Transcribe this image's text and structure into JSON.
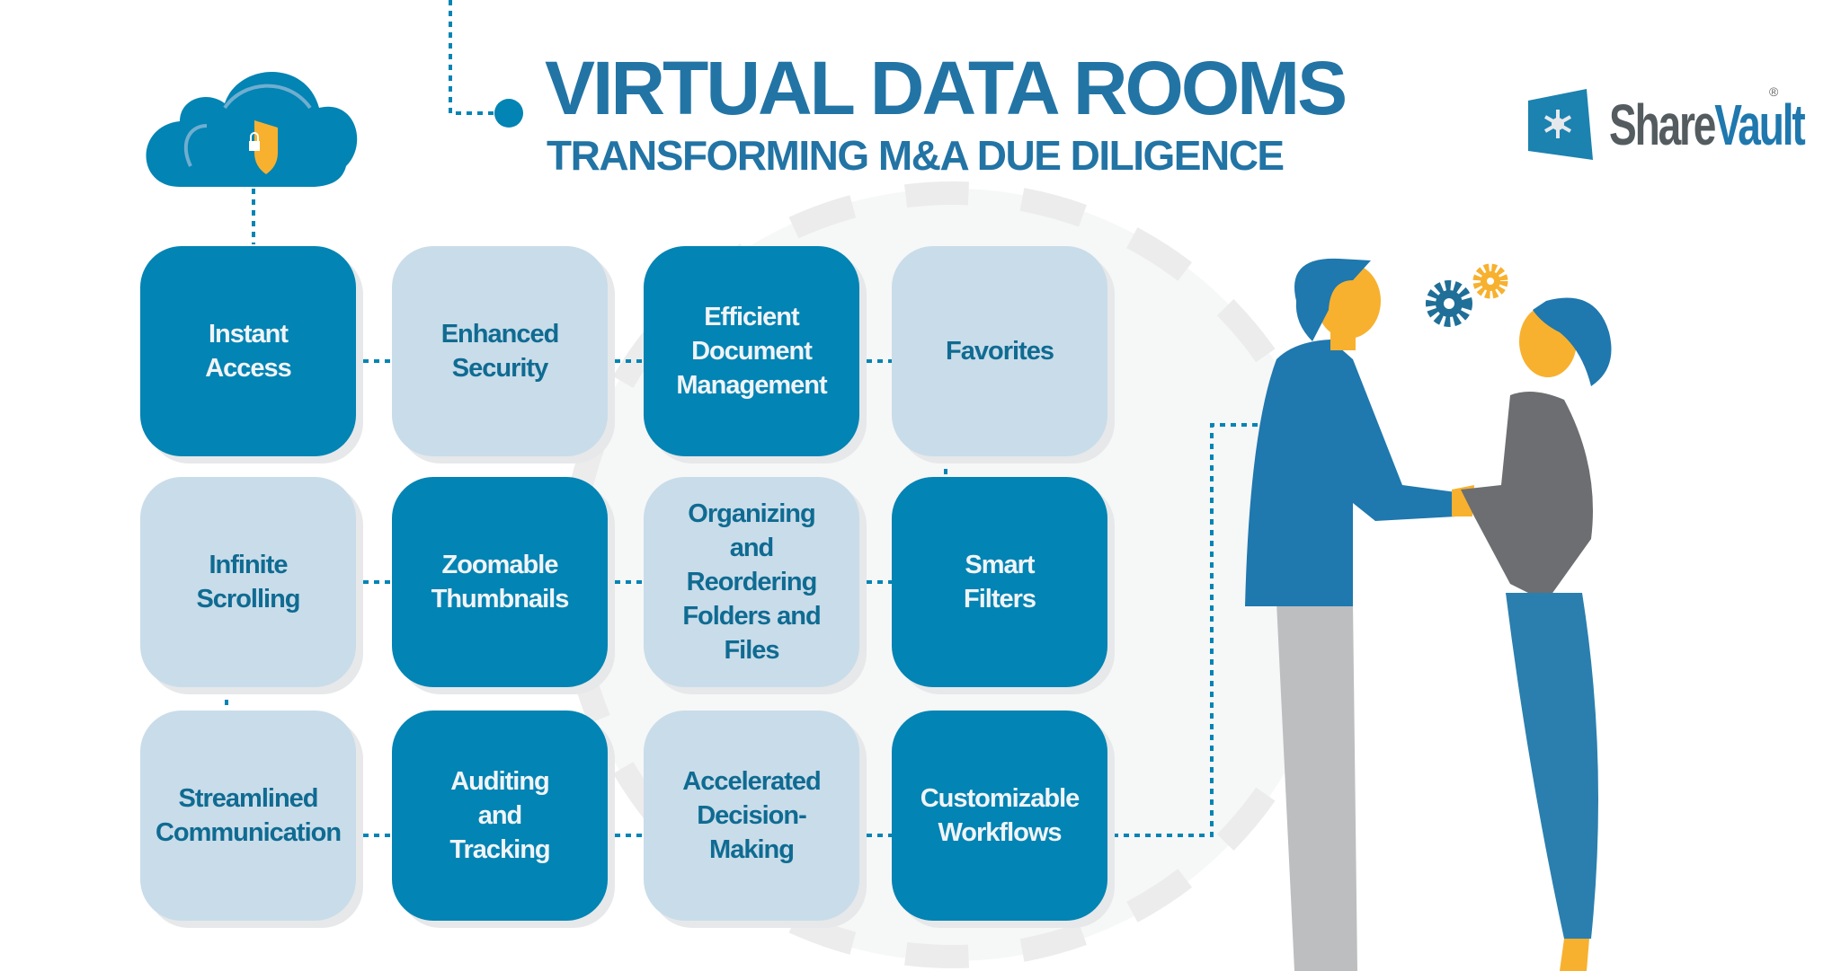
{
  "header": {
    "title": "VIRTUAL DATA ROOMS",
    "subtitle": "TRANSFORMING M&A DUE DILIGENCE"
  },
  "logo": {
    "part1": "Share",
    "part2": "Vault",
    "mark": "®"
  },
  "colors": {
    "title": "#2274a5",
    "dark_box": "#0284b4",
    "light_box": "#c9dce9",
    "accent": "#f7b12f"
  },
  "features": [
    {
      "label": "Instant\nAccess",
      "style": "dark"
    },
    {
      "label": "Enhanced\nSecurity",
      "style": "light"
    },
    {
      "label": "Efficient\nDocument\nManagement",
      "style": "dark"
    },
    {
      "label": "Favorites",
      "style": "light"
    },
    {
      "label": "Infinite\nScrolling",
      "style": "light"
    },
    {
      "label": "Zoomable\nThumbnails",
      "style": "dark"
    },
    {
      "label": "Organizing\nand\nReordering\nFolders and\nFiles",
      "style": "light"
    },
    {
      "label": "Smart\nFilters",
      "style": "dark"
    },
    {
      "label": "Streamlined\nCommunication",
      "style": "light"
    },
    {
      "label": "Auditing\nand\nTracking",
      "style": "dark"
    },
    {
      "label": "Accelerated\nDecision-\nMaking",
      "style": "light"
    },
    {
      "label": "Customizable\nWorkflows",
      "style": "dark"
    }
  ]
}
